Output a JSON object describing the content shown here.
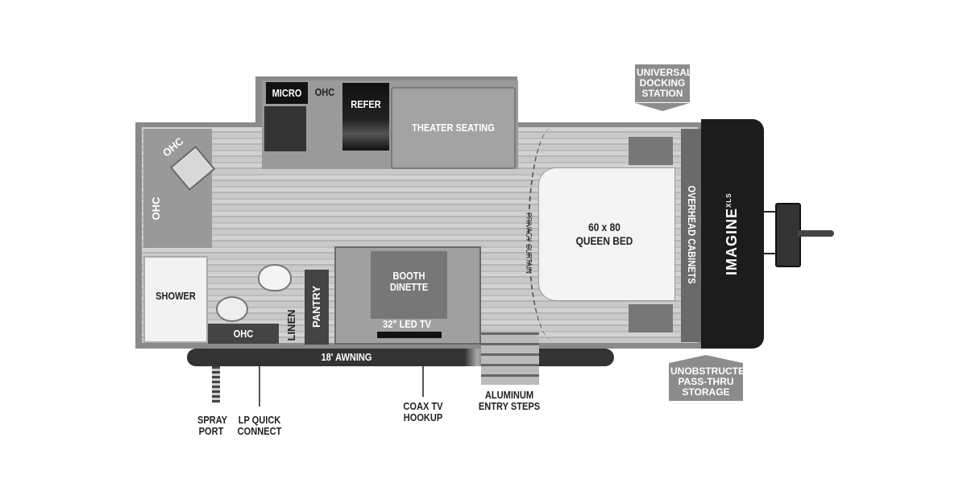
{
  "rooms": {
    "micro": "MICRO",
    "ohc_kitchen": "OHC",
    "refer": "REFER",
    "theater_seating": "THEATER SEATING",
    "ohc_corner": "OHC",
    "ohc_rear": "OHC",
    "shower": "SHOWER",
    "ohc_bath": "OHC",
    "linen": "LINEN",
    "pantry": "PANTRY",
    "booth_dinette": "BOOTH DINETTE",
    "led_tv": "32\" LED TV",
    "privacy_curtain": "PRIVACY CURTAIN",
    "queen_bed_size": "60 x 80",
    "queen_bed": "QUEEN BED",
    "overhead_cabinets": "OVERHEAD CABINETS"
  },
  "exterior": {
    "awning": "18' AWNING",
    "spray_port": "SPRAY PORT",
    "lp_quick_connect": "LP QUICK CONNECT",
    "coax_tv_hookup": "COAX TV HOOKUP",
    "aluminum_entry_steps": "ALUMINUM ENTRY STEPS",
    "universal_docking_station": "UNIVERSAL DOCKING STATION",
    "pass_thru_storage": "UNOBSTRUCTED PASS-THRU STORAGE"
  },
  "logo": {
    "brand": "IMAGINE",
    "model": "XLS"
  },
  "colors": {
    "wall": "#8a8a8a",
    "cap": "#1c1c1c",
    "awning": "#3a3a3a",
    "callout": "#8c8c8c"
  }
}
